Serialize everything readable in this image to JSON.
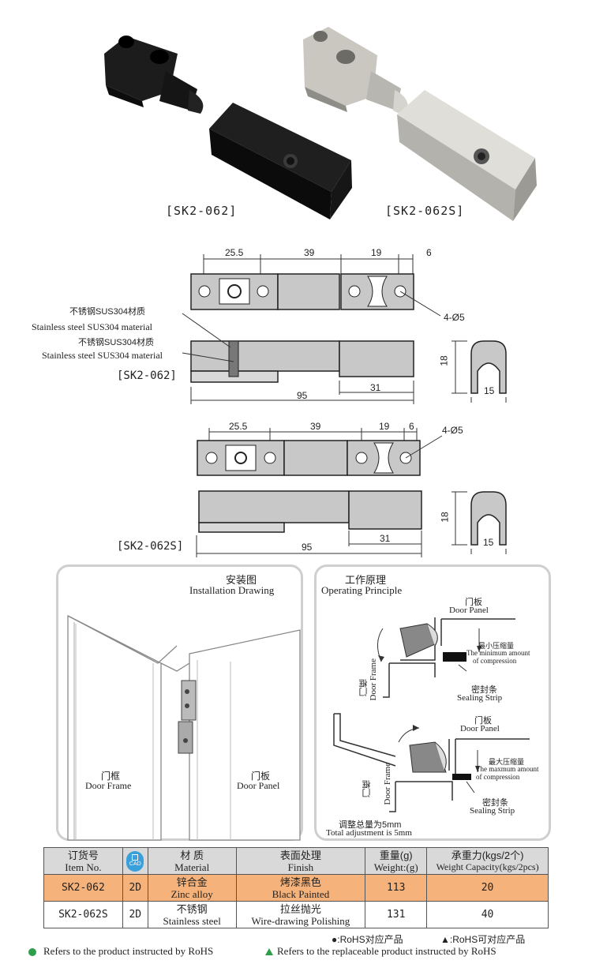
{
  "products": {
    "black_label": "[SK2-062]",
    "silver_label": "[SK2-062S]"
  },
  "drawing1": {
    "dims": [
      "25.5",
      "39",
      "19",
      "6"
    ],
    "hole": "4-Ø5",
    "material_cn_1": "不锈钢SUS304材质",
    "material_en_1": "Stainless steel SUS304 material",
    "material_cn_2": "不锈钢SUS304材质",
    "material_en_2": "Stainless steel SUS304 material",
    "label": "[SK2-062]",
    "len_total": "95",
    "len_part": "31",
    "height": "18",
    "width": "15"
  },
  "drawing2": {
    "dims": [
      "25.5",
      "39",
      "19",
      "6"
    ],
    "hole": "4-Ø5",
    "label": "[SK2-062S]",
    "len_total": "95",
    "len_part": "31",
    "height": "18",
    "width": "15"
  },
  "install": {
    "title_cn": "安装图",
    "title_en": "Installation Drawing",
    "frame_cn": "门框",
    "frame_en": "Door Frame",
    "panel_cn": "门板",
    "panel_en": "Door Panel"
  },
  "principle": {
    "title_cn": "工作原理",
    "title_en": "Operating Principle",
    "panel_cn": "门板",
    "panel_en": "Door Panel",
    "min_cn": "最小压缩量",
    "min_en1": "The minimum amount",
    "min_en2": "of compression",
    "seal_cn": "密封条",
    "seal_en": "Sealing Strip",
    "frame_cn": "门框",
    "frame_en": "Door Frame",
    "panel2_cn": "门板",
    "panel2_en": "Door Panel",
    "max_cn": "最大压缩量",
    "max_en1": "The maxmum amount",
    "max_en2": "of compression",
    "seal2_cn": "密封条",
    "seal2_en": "Sealing Strip",
    "frame2_cn": "门框",
    "frame2_en": "Door Frame",
    "adjust_cn": "调整总量为5mm",
    "adjust_en": "Total adjustment is 5mm"
  },
  "table": {
    "headers": [
      {
        "cn": "订货号",
        "en": "Item No."
      },
      {
        "cn": "CAD",
        "en": ""
      },
      {
        "cn": "材 质",
        "en": "Material"
      },
      {
        "cn": "表面处理",
        "en": "Finish"
      },
      {
        "cn": "重量(g)",
        "en": "Weight:(g)"
      },
      {
        "cn": "承重力(kgs/2个)",
        "en": "Weight Capacity(kgs/2pcs)"
      }
    ],
    "rows": [
      {
        "item": "SK2-062",
        "cad": "2D",
        "mat_cn": "锌合金",
        "mat_en": "Zinc alloy",
        "fin_cn": "烤漆黑色",
        "fin_en": "Black Painted",
        "weight": "113",
        "capacity": "20"
      },
      {
        "item": "SK2-062S",
        "cad": "2D",
        "mat_cn": "不锈钢",
        "mat_en": "Stainless steel",
        "fin_cn": "拉丝抛光",
        "fin_en": "Wire-drawing Polishing",
        "weight": "131",
        "capacity": "40"
      }
    ]
  },
  "legend": {
    "rohs_cn": "●:RoHS对应产品",
    "rohs_repl_cn": "▲:RoHS可对应产品",
    "rohs_en": "Refers to the product instructed by RoHS",
    "rohs_repl_en": "Refers to the replaceable product instructed by RoHS",
    "dot_color": "#2e9e4a",
    "tri_color": "#2e9e4a"
  }
}
